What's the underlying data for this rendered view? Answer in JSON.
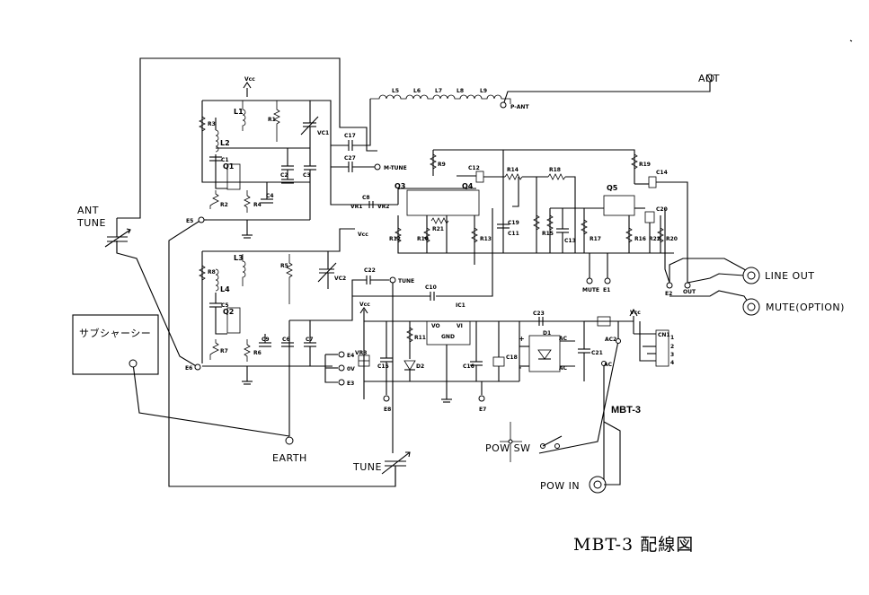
{
  "title": "MBT-3 配線図",
  "board_name": "MBT-3",
  "subchassis_label": "サブシャーシー",
  "external": {
    "ant": "ANT",
    "ant_tune_1": "ANT",
    "ant_tune_2": "TUNE",
    "earth": "EARTH",
    "tune": "TUNE",
    "line_out": "LINE OUT",
    "mute_option": "MUTE(OPTION)",
    "pow_sw": "POW SW",
    "pow_in": "POW IN"
  },
  "pads": {
    "p_ant": "P-ANT",
    "m_tune": "M-TUNE",
    "tune": "TUNE",
    "e5": "E5",
    "e6": "E6",
    "e4": "E4",
    "zero_v": "0V",
    "e3": "E3",
    "e8": "E8",
    "e7": "E7",
    "mute": "MUTE",
    "e1": "E1",
    "e2": "E2",
    "out": "OUT",
    "cn1": "CN1",
    "ac": "AC",
    "ac2": "AC2"
  },
  "components": {
    "inductors": [
      "L1",
      "L2",
      "L3",
      "L4",
      "L5",
      "L6",
      "L7",
      "L8",
      "L9"
    ],
    "transistors": [
      "Q1",
      "Q2",
      "Q3",
      "Q4",
      "Q5"
    ],
    "resistors": [
      "R1",
      "R2",
      "R3",
      "R4",
      "R5",
      "R6",
      "R7",
      "R8",
      "R9",
      "R10",
      "R11",
      "R12",
      "R13",
      "R14",
      "R15",
      "R16",
      "R17",
      "R18",
      "R19",
      "R20",
      "R21",
      "R22"
    ],
    "capacitors": [
      "C1",
      "C2",
      "C3",
      "C4",
      "C5",
      "C6",
      "C7",
      "C8",
      "C9",
      "C10",
      "C11",
      "C12",
      "C13",
      "C14",
      "C15",
      "C16",
      "C17",
      "C18",
      "C19",
      "C20",
      "C21",
      "C22",
      "C23"
    ],
    "c27": "C27",
    "vc1": "VC1",
    "vc2": "VC2",
    "ic1": "IC1",
    "d1": "D1",
    "d2": "D2",
    "vr1": "VR1",
    "vr2": "VR2",
    "vr3": "VR3",
    "vcc": "Vcc",
    "ic_vo": "VO",
    "ic_vi": "VI",
    "ic_gnd": "GND",
    "cn_pins": [
      "1",
      "2",
      "3",
      "4"
    ],
    "plus": "+",
    "minus": "-",
    "pin1": "1",
    "pin2": "2"
  }
}
